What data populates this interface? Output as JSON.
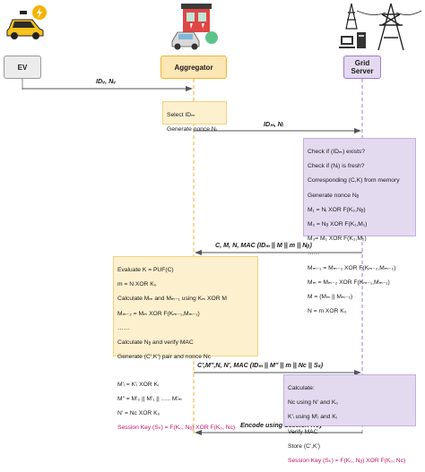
{
  "actors": {
    "ev": "EV",
    "aggregator": "Aggregator",
    "grid_server": "Grid\nServer"
  },
  "messages": {
    "m1": "IDᵥ, Nᵥ",
    "m2": "IDₘ, Nᵢ",
    "m3": "C, M, N, MAC (IDₘ || M || m || Nᵦ)",
    "m4": "C′,M″,N, N′, MAC (IDₘ || M″ || m || Nᴄ || Sₖ)",
    "m5": "Encode using Session Key"
  },
  "aggregator_box1": [
    "Select IDₘ",
    "Generate nonce Nᵢ"
  ],
  "grid_box1": [
    "Check if (IDₘ) exists?",
    "Check if (Nᵢ) is fresh?",
    "Corresponding (C,K) from memory",
    "Generate nonce Nᵦ",
    "M₁ = Nᵢ XOR F(K₀,Nᵦ)",
    "M₂ = Nᵦ XOR F(K₁,M₁)",
    "M₃= M₁ XOR F(K₂,M₂)",
    "……",
    "Mₘ₋₁ = Mₘ₋₃ XOR F(Kₘ₋₂,Mₘ₋₂)",
    "Mₘ = Mₘ₋₂ XOR F(Kₘ₋₁,Mₘ₋₁)",
    "M = (Mₘ || Mₘ₋₁)",
    "N = m XOR K₀"
  ],
  "aggregator_box2": [
    "Evaluate K = PUF(C)",
    "m = N XOR K₀",
    "Calculate Mₘ and Mₘ₋₁ using Kₘ XOR M",
    "Mₘ₋₂ = Mₘ XOR F(Kₘ₋₁,Mₘ₋₁)",
    "……",
    "Calculate Nᵦ and verify MAC",
    "Generate (C′,K′) pair and nonce Nᴄ",
    "",
    "M′ᵢ = K′ᵢ XOR Kᵢ",
    "M″ = M′₀ || M′₁ || ….. M′ₘ",
    "N′ = Nᴄ XOR K₀"
  ],
  "aggregator_box2_key": "Session Key (Sₖ) = F(K₀, Nᵦ) XOR F(K₀, Nᴄ)",
  "grid_box2": [
    "Calculate:",
    "Nᴄ using N′ and K₀",
    "K′ᵢ using M′ᵢ and Kᵢ",
    "Verify MAC",
    "Store (C′,K′)"
  ],
  "grid_box2_key": "Session Key (Sₖ) = F(K₀, Nᵦ) XOR F(K₀, Nᴄ)",
  "colors": {
    "ev_fill": "#ececec",
    "aggregator_fill": "#fbe6b4",
    "aggregator_line": "#f2b233",
    "grid_fill": "#e3daf0",
    "grid_line": "#a07cc9",
    "key_text": "#c0126b"
  },
  "icons": [
    "taxi-icon",
    "charging-station-icon",
    "grid-server-icon"
  ]
}
